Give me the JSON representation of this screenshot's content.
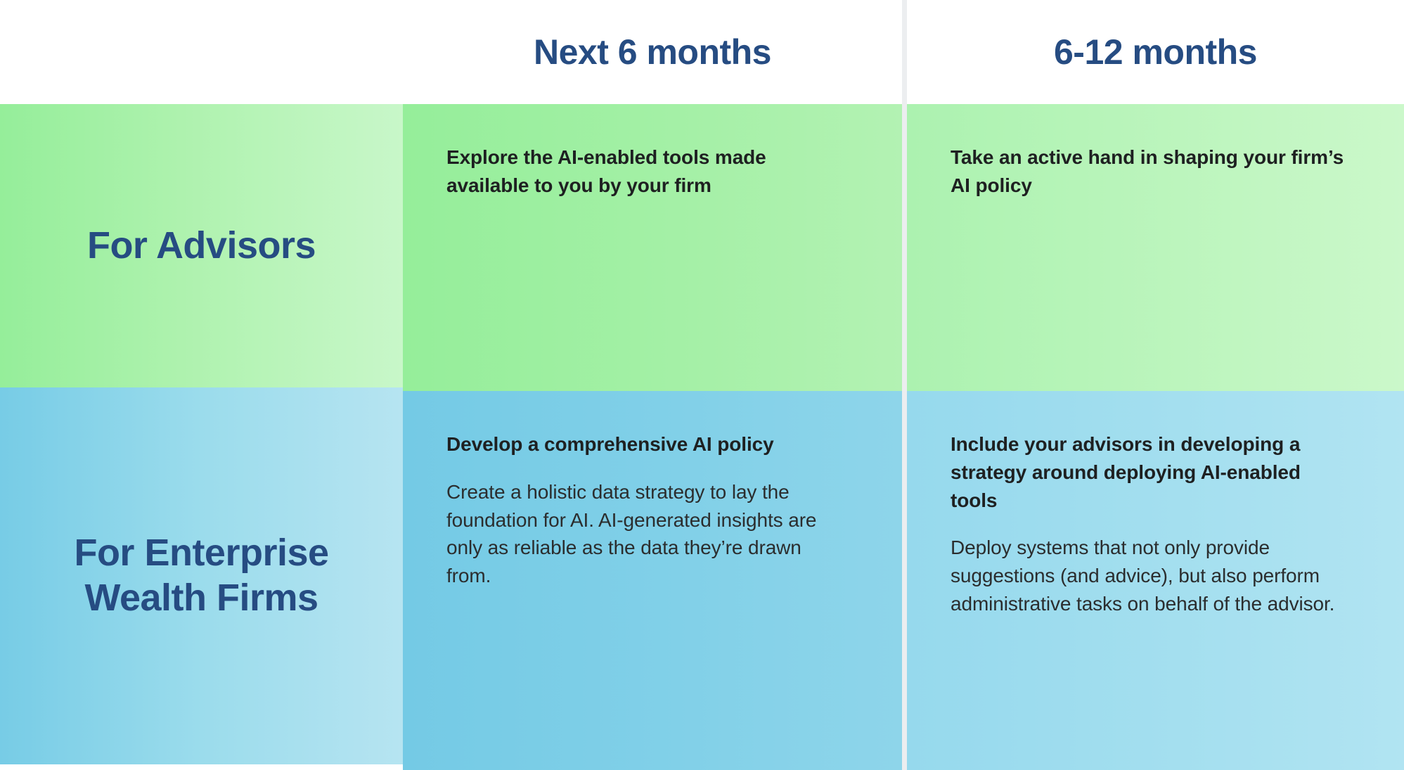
{
  "accent": {
    "navy": "#264C82",
    "green_start": "#95EE9A",
    "green_end": "#CBF8CA",
    "blue_start": "#74CAE5",
    "blue_end": "#B1E4F2",
    "text_dark": "#1e2021",
    "divider": "#eceef0"
  },
  "header": {
    "corner_label": "",
    "columns": [
      {
        "label": "Next 6 months"
      },
      {
        "label": "6-12 months"
      }
    ]
  },
  "rows": [
    {
      "label": "For Advisors",
      "theme": "green",
      "cells": [
        {
          "heading": "Explore the AI-enabled tools made available to you by your firm",
          "body": ""
        },
        {
          "heading": "Take an active hand in shaping your firm’s AI policy",
          "body": ""
        }
      ]
    },
    {
      "label": "For Enterprise Wealth Firms",
      "theme": "blue",
      "cells": [
        {
          "heading": "Develop a comprehensive AI policy",
          "body": "Create a holistic data strategy to lay the foundation for AI. AI-generated insights are only as reliable as the data they’re drawn from."
        },
        {
          "heading": "Include your advisors in developing a strategy around deploying AI-enabled tools",
          "body": "Deploy systems that not only provide suggestions (and advice), but also perform administrative tasks on behalf of the advisor."
        }
      ]
    }
  ]
}
